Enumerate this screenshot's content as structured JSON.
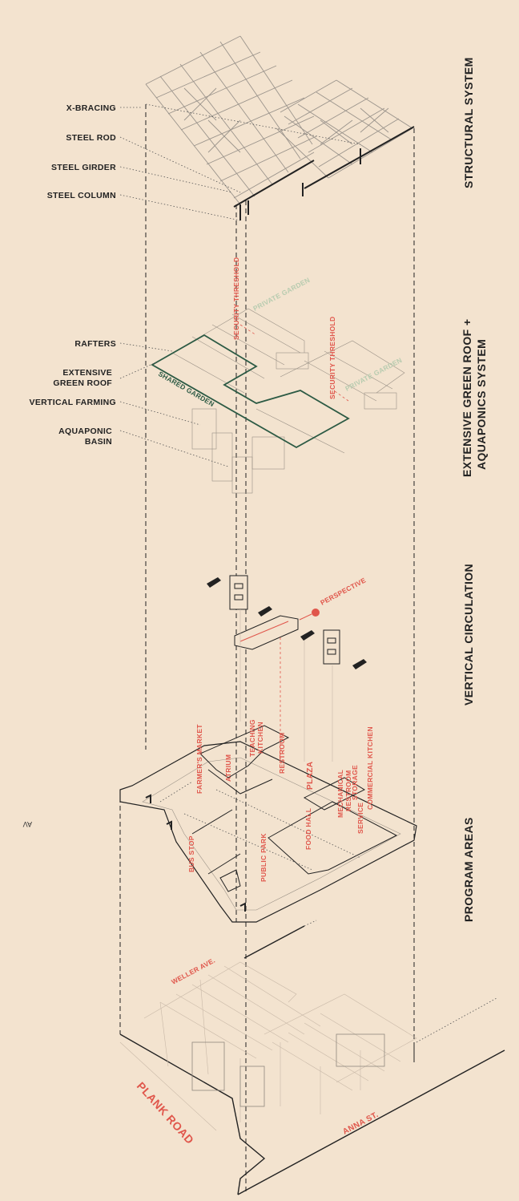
{
  "sections": {
    "structural": "STRUCTURAL SYSTEM",
    "green_roof_line1": "EXTENSIVE GREEN ROOF +",
    "green_roof_line2": "AQUAPONICS SYSTEM",
    "circulation": "VERTICAL CIRCULATION",
    "program": "PROGRAM AREAS"
  },
  "structural_labels": {
    "x_bracing": "X-BRACING",
    "steel_rod": "STEEL ROD",
    "steel_girder": "STEEL GIRDER",
    "steel_column": "STEEL COLUMN"
  },
  "roof_labels": {
    "rafters": "RAFTERS",
    "extensive_line1": "EXTENSIVE",
    "extensive_line2": "GREEN ROOF",
    "vertical_farming": "VERTICAL FARMING",
    "aquaponic_line1": "AQUAPONIC",
    "aquaponic_line2": "BASIN"
  },
  "roof_annotations": {
    "security_threshold_1": "SECURITY THRESHOLD",
    "security_threshold_2": "SECURITY THRESHOLD",
    "private_garden_1": "PRIVATE GARDEN",
    "private_garden_2": "PRIVATE GARDEN",
    "shared_garden": "SHARED GARDEN"
  },
  "circulation_annotations": {
    "perspective": "PERSPECTIVE"
  },
  "program_annotations": {
    "farmers_market": "FARMER'S MARKET",
    "atrium": "ATRIUM",
    "teaching_kitchen_line1": "TEACHING",
    "teaching_kitchen_line2": "KITCHEN",
    "restroom_1": "RESTROOM",
    "plaza": "PLAZA",
    "mechanical": "MECHANICAL",
    "restroom_2": "RESTROOM",
    "storage": "STORAGE",
    "commercial_kitchen": "COMMERCIAL KITCHEN",
    "food_hall": "FOOD HALL",
    "service": "SERVICE",
    "bus_stop": "BUS STOP",
    "public_park": "PUBLIC PARK"
  },
  "north_arrow": "AV",
  "streets": {
    "weller": "WELLER AVE.",
    "plank": "PLANK ROAD",
    "anna": "ANNA ST."
  },
  "colors": {
    "background": "#f3e3cf",
    "accent_red": "#e0564b",
    "garden_green": "#2c5a44",
    "private_garden_green": "#b8ccb0",
    "linework": "#222222"
  }
}
